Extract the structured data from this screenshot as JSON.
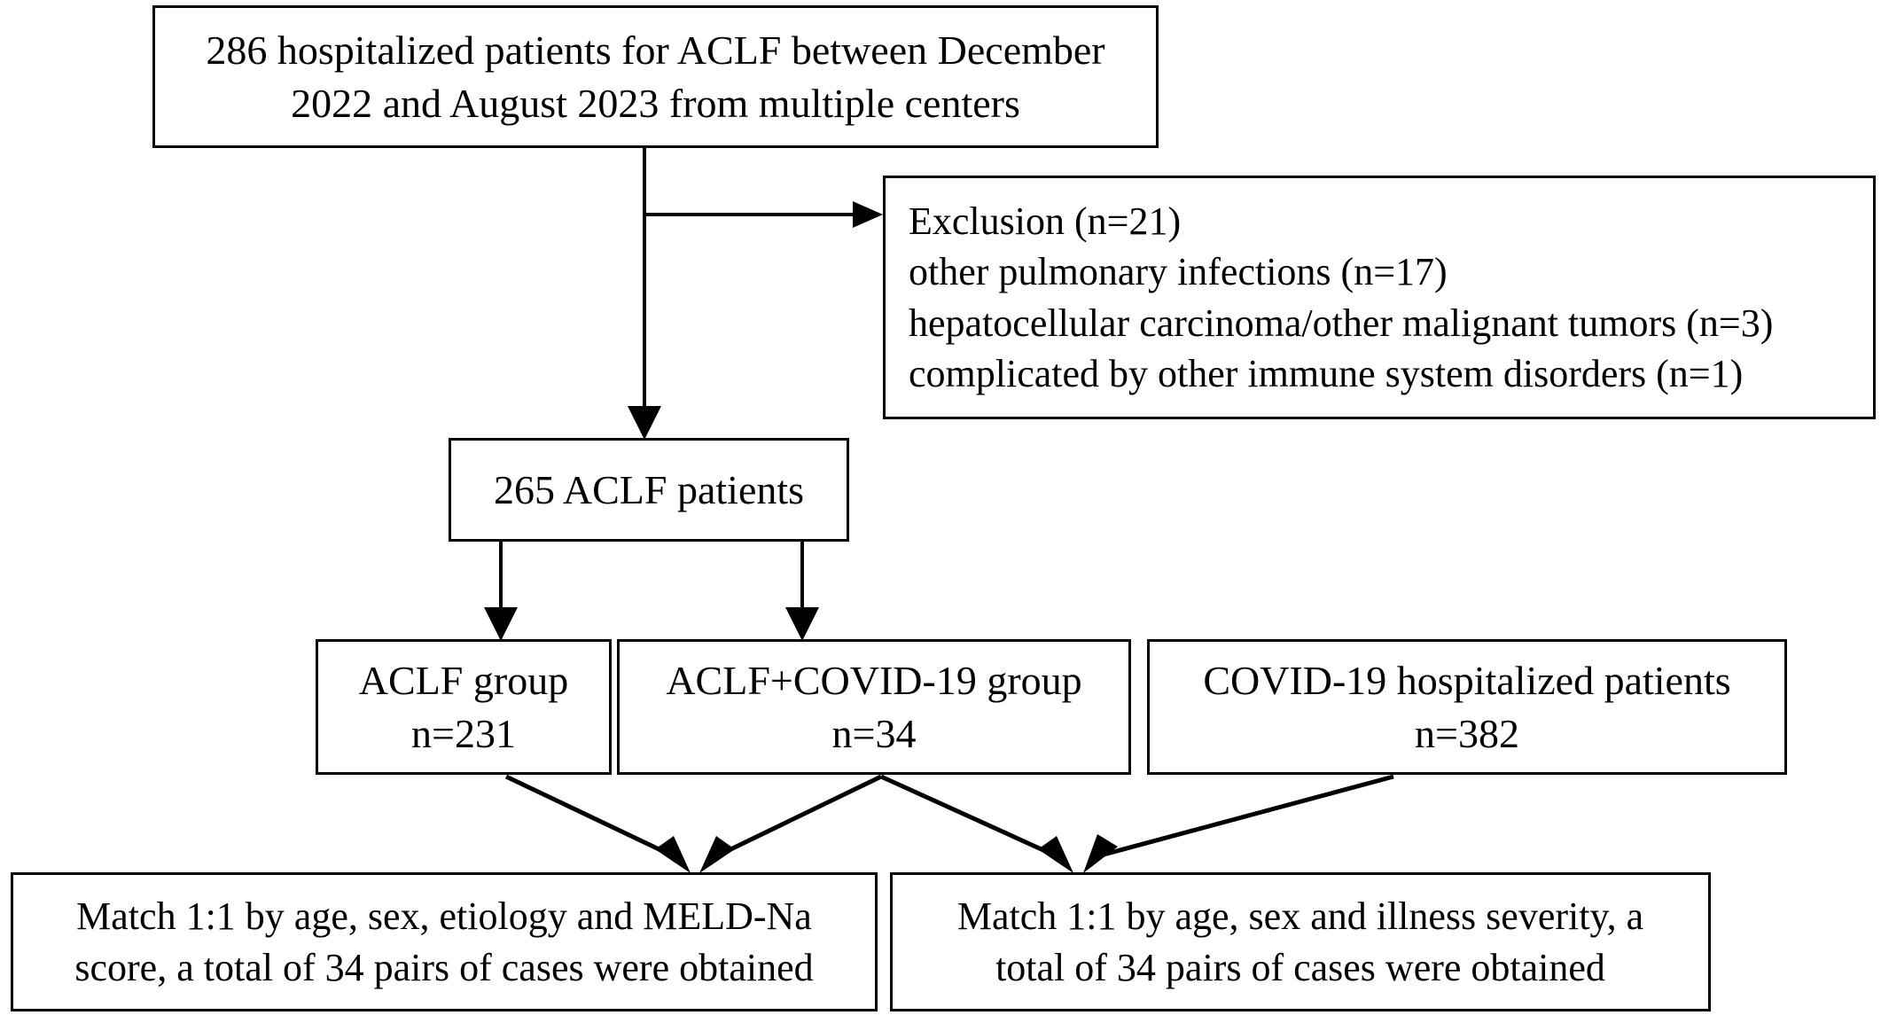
{
  "diagram": {
    "type": "flowchart",
    "title": "Study patient selection flow diagram",
    "colors": {
      "background": "#ffffff",
      "stroke": "#000000",
      "text": "#000000"
    },
    "nodes": {
      "source": {
        "name": "source-cohort-box",
        "lines": [
          "286 hospitalized patients for ACLF between December",
          "2022 and August 2023 from multiple centers"
        ]
      },
      "exclusion": {
        "name": "exclusion-criteria-box",
        "lines": [
          "Exclusion (n=21)",
          "other pulmonary infections (n=17)",
          "hepatocellular carcinoma/other malignant tumors (n=3)",
          "complicated by other immune system disorders (n=1)"
        ]
      },
      "aclf265": {
        "name": "eligible-aclf-box",
        "lines": [
          "265 ACLF patients"
        ]
      },
      "aclf_group": {
        "name": "aclf-group-box",
        "lines": [
          "ACLF group",
          "n=231"
        ]
      },
      "aclf_covid_group": {
        "name": "aclf-covid-group-box",
        "lines": [
          "ACLF+COVID-19 group",
          "n=34"
        ]
      },
      "covid_group": {
        "name": "covid-hospitalized-box",
        "lines": [
          "COVID-19 hospitalized patients",
          "n=382"
        ]
      },
      "match_left": {
        "name": "match-aclf-box",
        "lines": [
          "Match 1:1 by age, sex, etiology and MELD-Na",
          "score, a total of 34 pairs of cases were obtained"
        ]
      },
      "match_right": {
        "name": "match-covid-box",
        "lines": [
          "Match 1:1 by age, sex and illness severity, a",
          "total of 34 pairs of cases were obtained"
        ]
      }
    },
    "edges": [
      {
        "name": "edge-source-to-exclusion",
        "from": "source",
        "to": "exclusion",
        "style": "elbow-arrow"
      },
      {
        "name": "edge-source-to-aclf265",
        "from": "source",
        "to": "aclf265",
        "style": "straight-arrow"
      },
      {
        "name": "edge-aclf265-to-aclf-group",
        "from": "aclf265",
        "to": "aclf_group",
        "style": "elbow-arrow"
      },
      {
        "name": "edge-aclf265-to-aclf-covid-group",
        "from": "aclf265",
        "to": "aclf_covid_group",
        "style": "elbow-arrow"
      },
      {
        "name": "edge-aclf-group-to-match-left",
        "from": "aclf_group",
        "to": "match_left",
        "style": "diagonal-arrow"
      },
      {
        "name": "edge-aclf-covid-to-match-left",
        "from": "aclf_covid_group",
        "to": "match_left",
        "style": "diagonal-arrow"
      },
      {
        "name": "edge-aclf-covid-to-match-right",
        "from": "aclf_covid_group",
        "to": "match_right",
        "style": "diagonal-arrow"
      },
      {
        "name": "edge-covid-to-match-right",
        "from": "covid_group",
        "to": "match_right",
        "style": "diagonal-arrow"
      }
    ]
  }
}
